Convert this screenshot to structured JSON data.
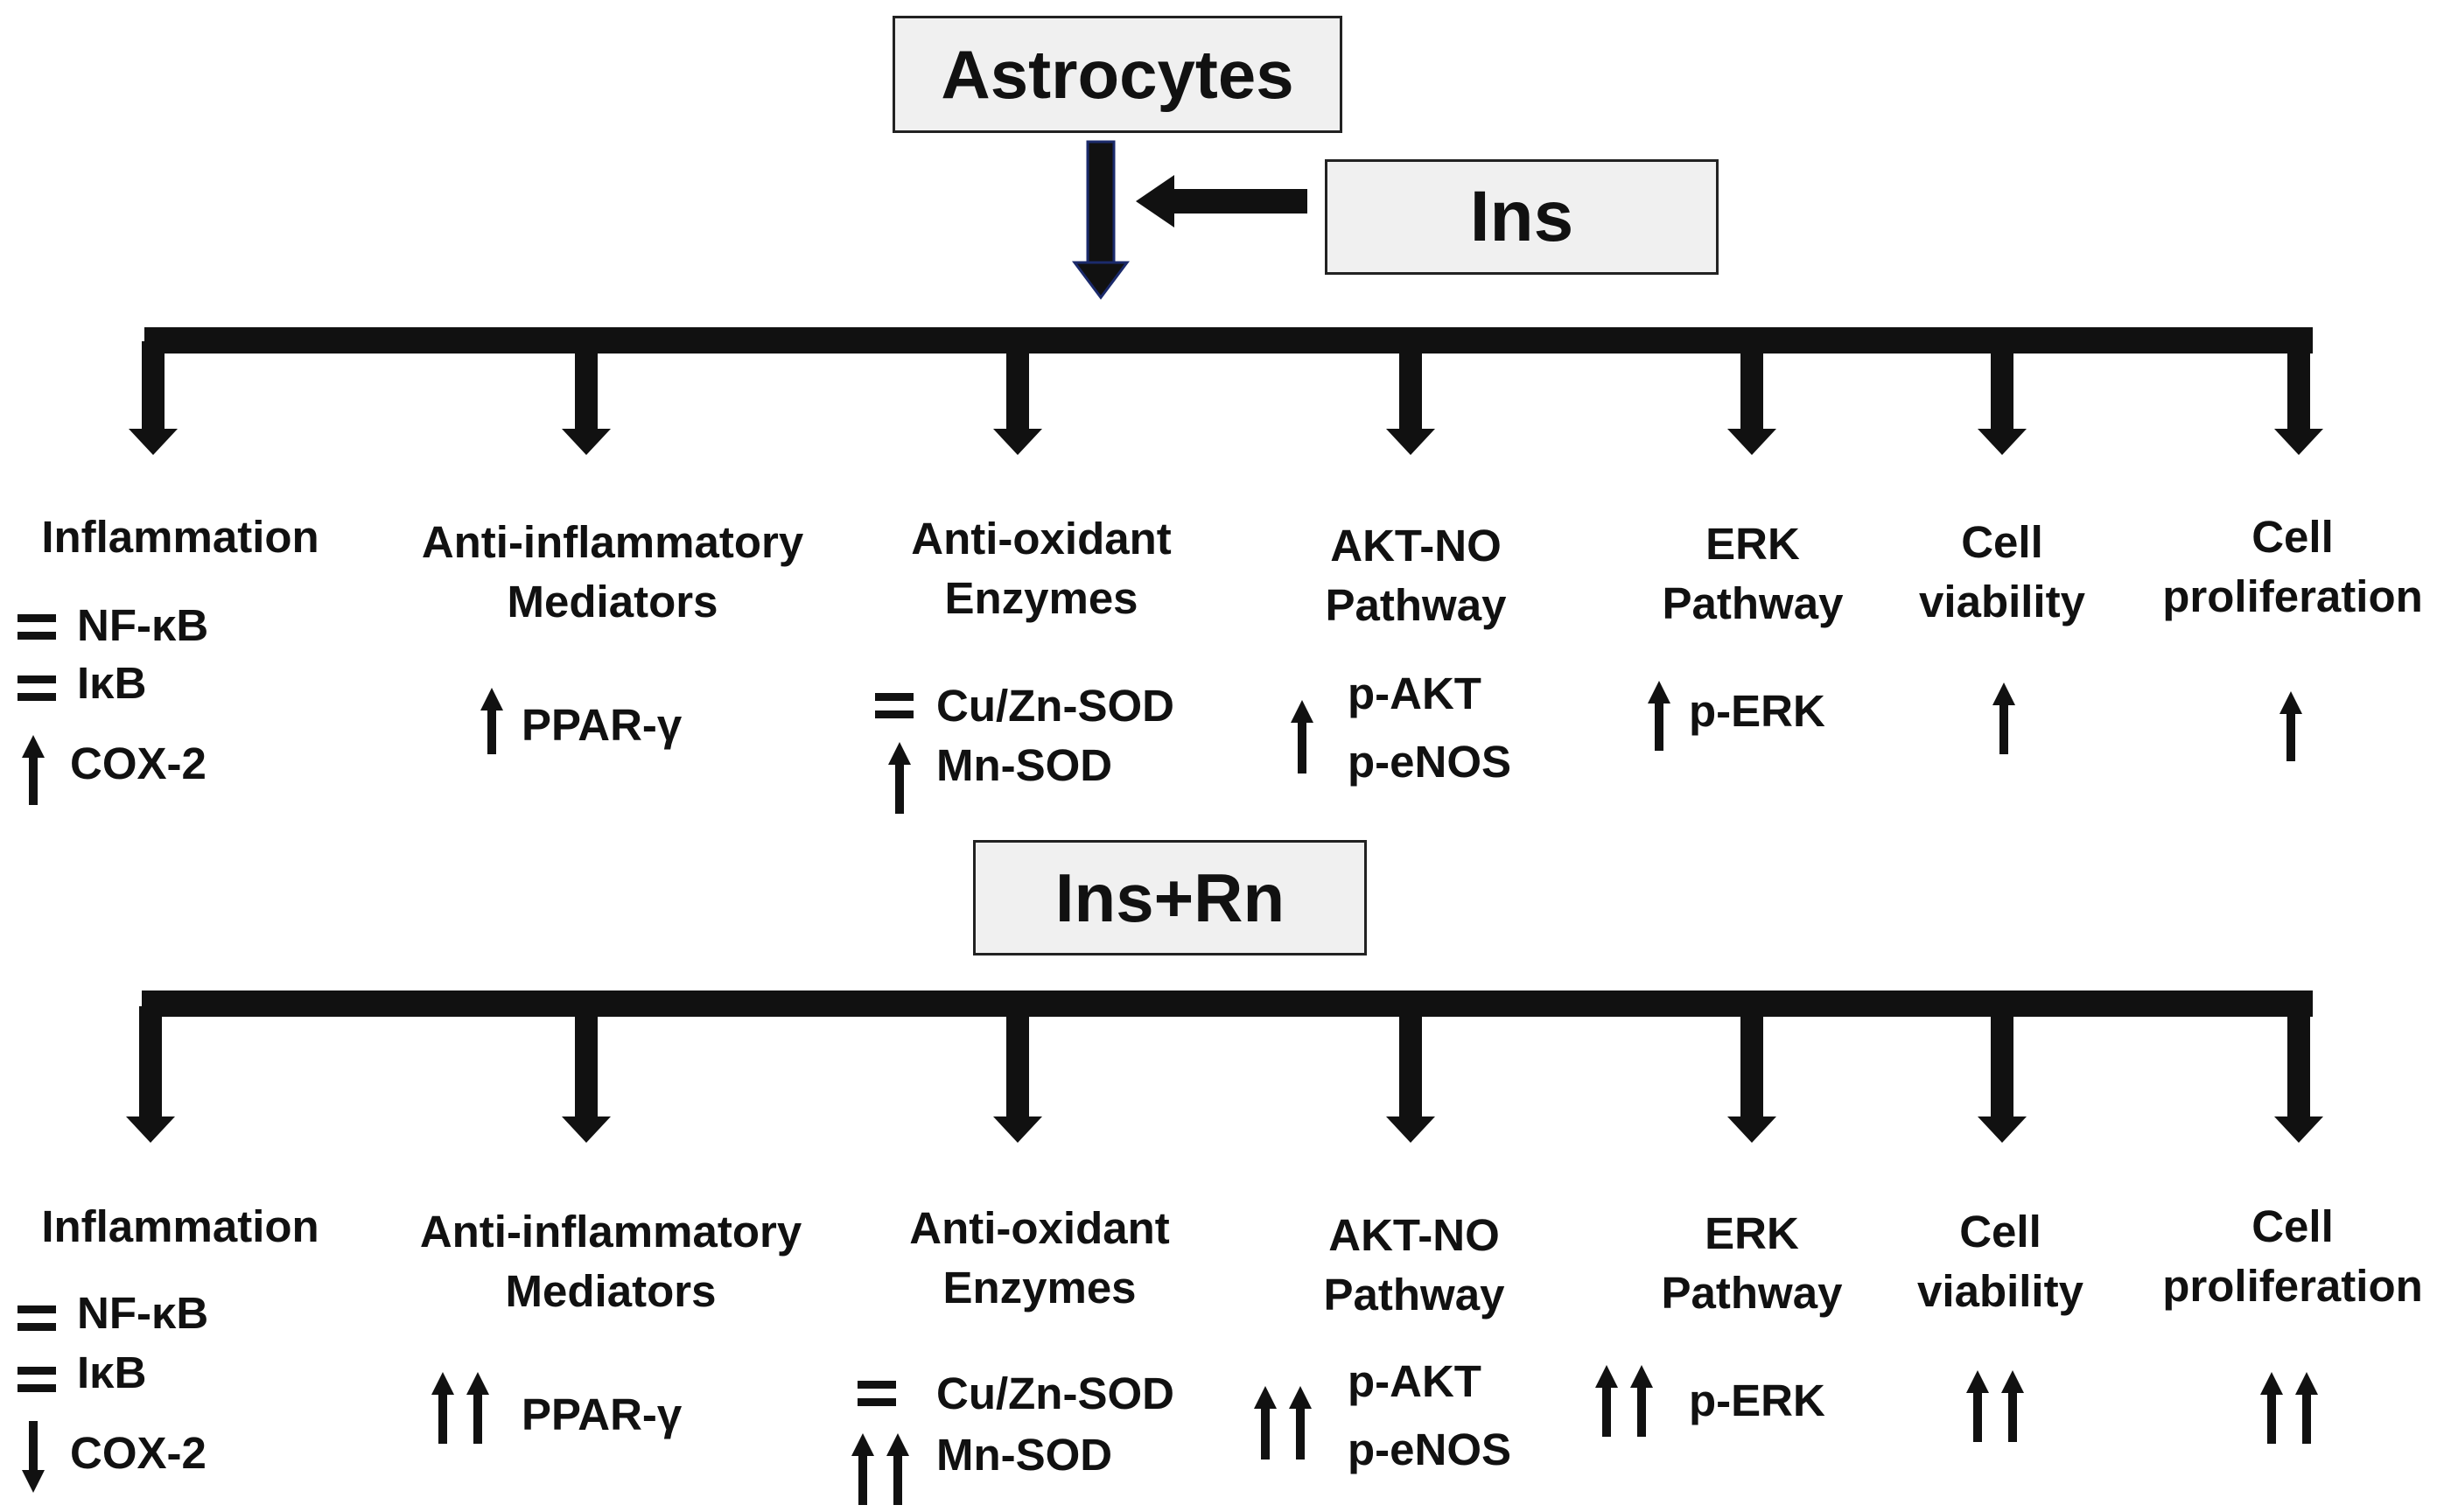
{
  "top": {
    "source": "Astrocytes",
    "treatment": "Ins"
  },
  "bottom": {
    "treatment": "Ins+Rn"
  },
  "categories": {
    "inflammation": [
      "Inflammation"
    ],
    "anti_inflammatory": [
      "Anti-inflammatory",
      "Mediators"
    ],
    "antioxidant": [
      "Anti-oxidant",
      "Enzymes"
    ],
    "akt_no": [
      "AKT-NO",
      "Pathway"
    ],
    "erk": [
      "ERK",
      "Pathway"
    ],
    "viability": [
      "Cell",
      "viability"
    ],
    "proliferation": [
      "Cell",
      "proliferation"
    ]
  },
  "markers": {
    "nfkb": "NF-κB",
    "ikb": "IκB",
    "cox2": "COX-2",
    "ppar": "PPAR-γ",
    "cuzn_sod": "Cu/Zn-SOD",
    "mn_sod": "Mn-SOD",
    "p_akt": "p-AKT",
    "p_enos": "p-eNOS",
    "p_erk": "p-ERK"
  },
  "effects": {
    "ins": {
      "nfkb": "unchanged",
      "ikb": "unchanged",
      "cox2": "up",
      "ppar": "up",
      "cuzn_sod": "unchanged",
      "mn_sod": "up",
      "akt_enos": "up",
      "p_erk": "up",
      "viability": "up",
      "proliferation": "up"
    },
    "ins_rn": {
      "nfkb": "unchanged",
      "ikb": "unchanged",
      "cox2": "down",
      "ppar": "double-up",
      "cuzn_sod": "unchanged",
      "mn_sod": "double-up",
      "akt_enos": "double-up",
      "p_erk": "double-up",
      "viability": "double-up",
      "proliferation": "double-up"
    }
  }
}
